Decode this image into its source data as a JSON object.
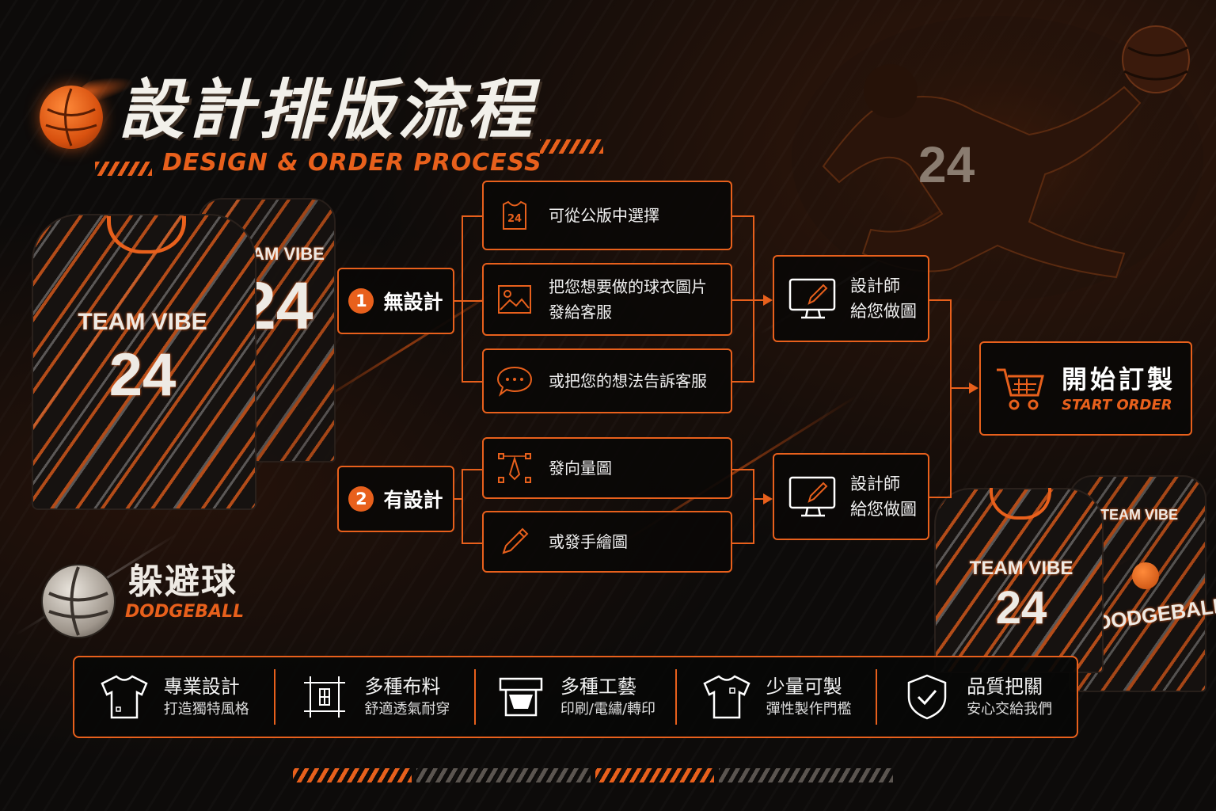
{
  "header": {
    "title": "設計排版流程",
    "subtitle": "DESIGN & ORDER PROCESS"
  },
  "options": [
    {
      "number": "1",
      "label": "無設計"
    },
    {
      "number": "2",
      "label": "有設計"
    }
  ],
  "no_design_steps": [
    {
      "icon": "jersey-24-icon",
      "lines": [
        "可從公版中選擇"
      ]
    },
    {
      "icon": "image-icon",
      "lines": [
        "把您想要做的球衣圖片",
        "發給客服"
      ]
    },
    {
      "icon": "chat-bubble-icon",
      "lines": [
        "或把您的想法告訴客服"
      ]
    }
  ],
  "has_design_steps": [
    {
      "icon": "vector-pen-icon",
      "lines": [
        "發向量圖"
      ]
    },
    {
      "icon": "pencil-icon",
      "lines": [
        "或發手繪圖"
      ]
    }
  ],
  "designer_steps": [
    {
      "icon": "monitor-pen-icon",
      "lines": [
        "設計師",
        "給您做圖"
      ]
    },
    {
      "icon": "monitor-pen-icon",
      "lines": [
        "設計師",
        "給您做圖"
      ]
    }
  ],
  "start_order": {
    "icon": "cart-icon",
    "label_cn": "開始訂製",
    "label_en": "START ORDER"
  },
  "jerseys": {
    "team": "TEAM VIBE",
    "number": "24",
    "brand": "DODGEBALL"
  },
  "sport": {
    "label_cn": "躲避球",
    "label_en": "DODGEBALL"
  },
  "features": [
    {
      "icon": "tshirt-icon",
      "title": "專業設計",
      "sub": "打造獨特風格"
    },
    {
      "icon": "fabric-pattern-icon",
      "title": "多種布料",
      "sub": "舒適透氣耐穿"
    },
    {
      "icon": "printer-icon",
      "title": "多種工藝",
      "sub": "印刷/電繡/轉印"
    },
    {
      "icon": "tshirt-icon",
      "title": "少量可製",
      "sub": "彈性製作門檻"
    },
    {
      "icon": "shield-check-icon",
      "title": "品質把關",
      "sub": "安心交給我們"
    }
  ],
  "colors": {
    "accent": "#e8601c",
    "background": "#0d0b0a",
    "text": "#f1f1f1"
  }
}
